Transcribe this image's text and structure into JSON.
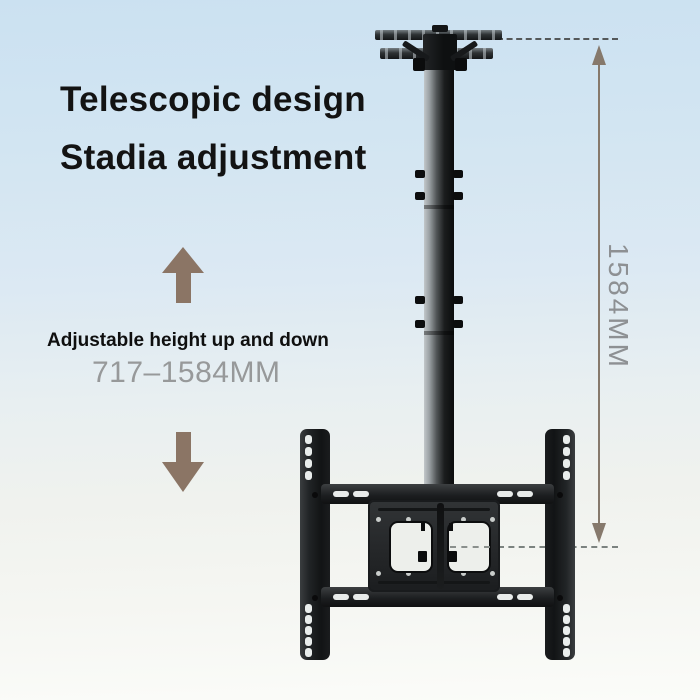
{
  "headline": {
    "line1": "Telescopic design",
    "line2": "Stadia adjustment"
  },
  "annotation": {
    "adjustable_label": "Adjustable height up and down",
    "range_label": "717–1584MM",
    "dimension_label": "1584MM"
  },
  "icons": {
    "up_arrow": "solid upward arrow",
    "down_arrow": "solid downward arrow",
    "dimension_arrows": "double-headed vertical dimension line"
  },
  "colors": {
    "sky_top": "#cbe1f1",
    "sky_bottom": "#fbfcf9",
    "headline_text": "#131313",
    "range_text": "#97999a",
    "dimension_text": "#8d9093",
    "arrow_taupe": "#8b7565",
    "dimension_line": "#86796c",
    "product_black": "#141618"
  },
  "product": {
    "name": "telescopic ceiling TV mount",
    "parts": [
      "ceiling plate",
      "telescopic pole",
      "adjustment knobs",
      "TV bracket rails",
      "VESA center plate"
    ]
  }
}
